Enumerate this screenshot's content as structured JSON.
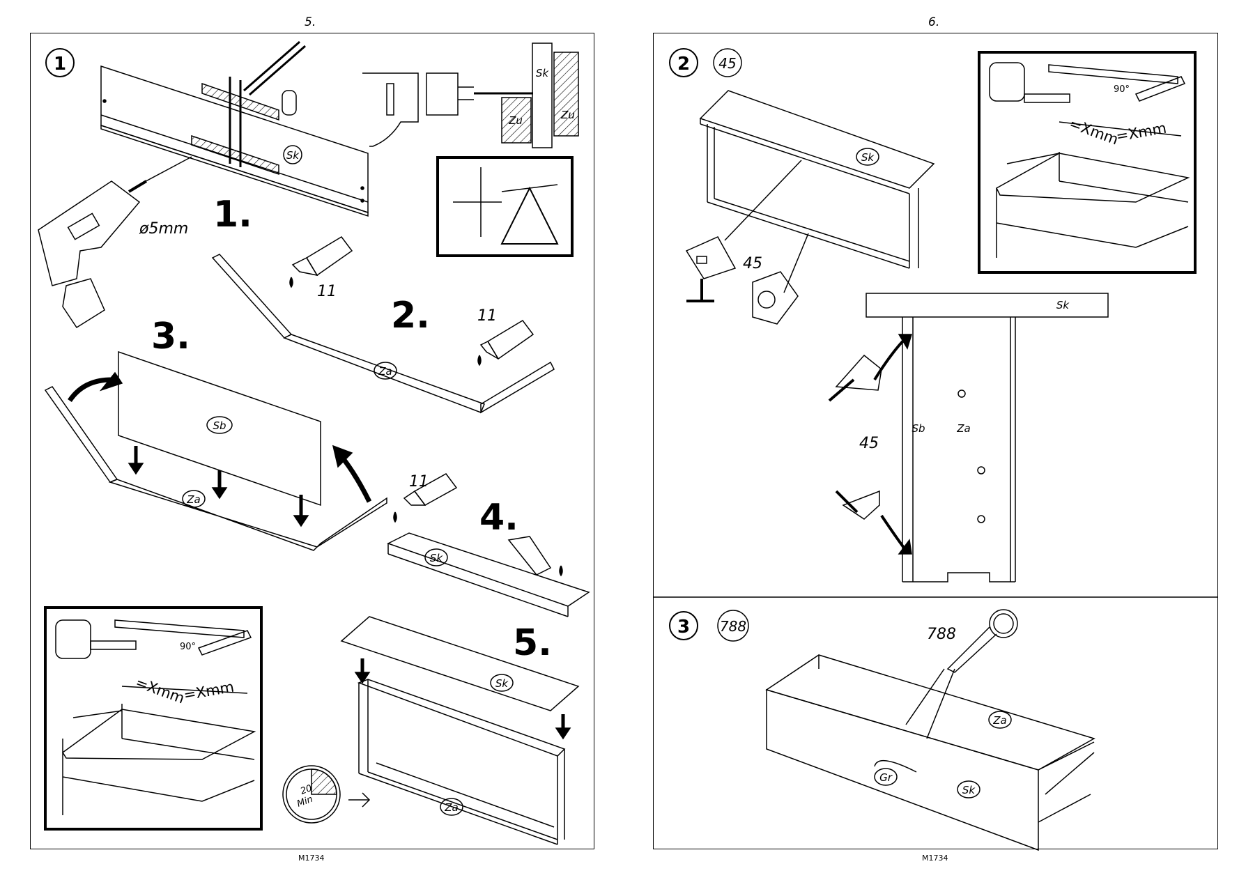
{
  "pages": [
    {
      "number": "5.",
      "code": "M1734"
    },
    {
      "number": "6.",
      "code": "M1734"
    }
  ],
  "left": {
    "step": "1",
    "substeps": [
      "1.",
      "2.",
      "3.",
      "4.",
      "5."
    ],
    "drill_size": "ø5mm",
    "glue_count": "11",
    "parts": {
      "sk": "Sk",
      "zu": "Zu",
      "za": "Za",
      "sb": "Sb"
    },
    "measure": {
      "angle": "90°",
      "xmm": "=Xmm"
    },
    "timer": {
      "value": "20",
      "unit": "Min"
    }
  },
  "right": {
    "step2": {
      "number": "2",
      "part": "45",
      "qty_label": "45"
    },
    "step3": {
      "number": "3",
      "part": "788",
      "qty_label": "788"
    },
    "parts": {
      "sk": "Sk",
      "sb": "Sb",
      "za": "Za",
      "gr": "Gr"
    },
    "measure": {
      "angle": "90°",
      "xmm": "=Xmm"
    }
  }
}
